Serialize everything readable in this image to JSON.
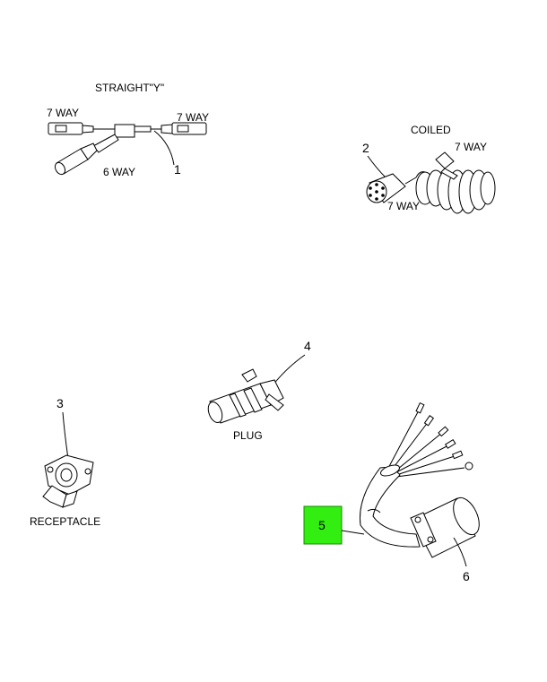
{
  "labels": {
    "straight_y": "STRAIGHT\"Y\"",
    "seven_way_left": "7 WAY",
    "seven_way_right": "7 WAY",
    "six_way": "6 WAY",
    "coiled": "COILED",
    "coiled_seven_way_top": "7 WAY",
    "coiled_seven_way_bottom": "7 WAY",
    "plug": "PLUG",
    "receptacle": "RECEPTACLE"
  },
  "callouts": {
    "c1": "1",
    "c2": "2",
    "c3": "3",
    "c4": "4",
    "c5": "5",
    "c6": "6"
  },
  "colors": {
    "highlight": "#33ee11"
  }
}
